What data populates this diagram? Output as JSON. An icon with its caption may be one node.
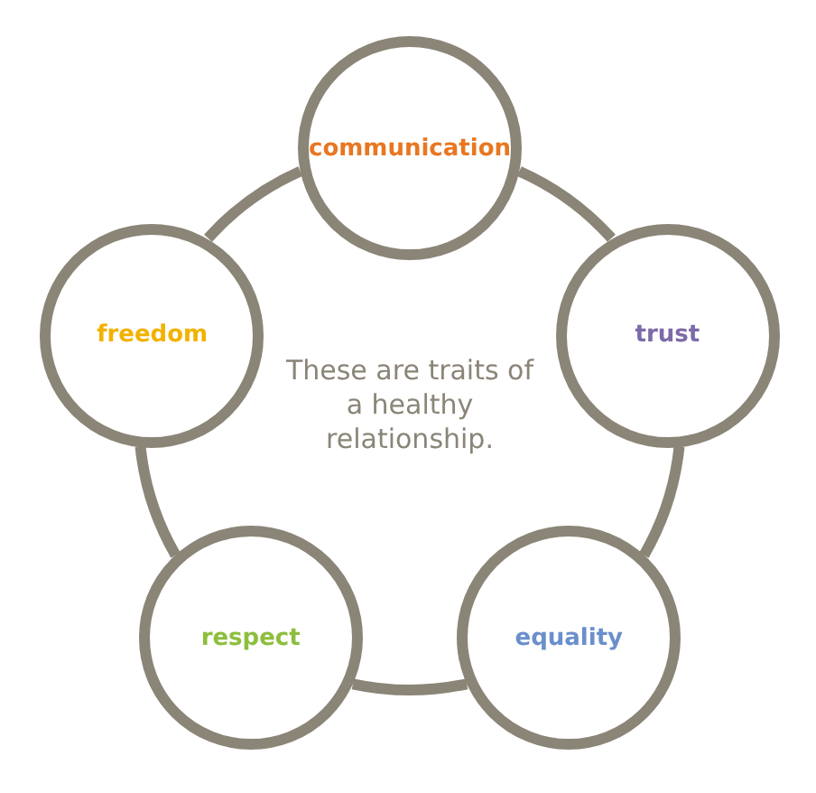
{
  "diagram": {
    "nodes": [
      {
        "text": [
          "communication"
        ]
      },
      {
        "text": [
          "trust"
        ]
      },
      {
        "text": [
          "equality"
        ]
      },
      {
        "text": [
          "respect"
        ]
      },
      {
        "text": [
          "freedom"
        ]
      }
    ],
    "edges": [
      {
        "from": 0,
        "to": 1,
        "arrow": "none"
      },
      {
        "from": 1,
        "to": 2,
        "arrow": "none"
      },
      {
        "from": 2,
        "to": 3,
        "arrow": "none"
      },
      {
        "from": 3,
        "to": 4,
        "arrow": "none"
      },
      {
        "from": 4,
        "to": 0,
        "arrow": "none"
      }
    ],
    "labels": [
      "These are traits of a healthy relationship."
    ]
  }
}
